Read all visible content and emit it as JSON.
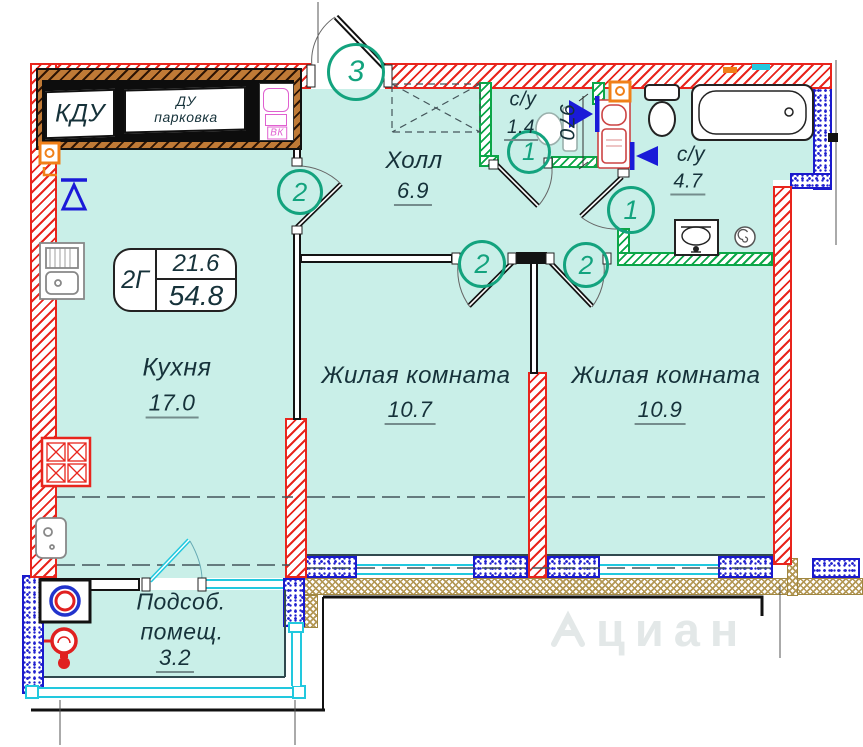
{
  "stamp": {
    "type": "2Г",
    "upper_area": "21.6",
    "lower_area": "54.8"
  },
  "rooms": {
    "kitchen": {
      "name": "Кухня",
      "area": "17.0"
    },
    "hall": {
      "name": "Холл",
      "area": "6.9"
    },
    "wc_small": {
      "name": "с/у",
      "area": "1.4"
    },
    "wc_big": {
      "name": "с/у",
      "area": "4.7"
    },
    "living1": {
      "name": "Жилая комната",
      "area": "10.7"
    },
    "living2": {
      "name": "Жилая комната",
      "area": "10.9"
    },
    "utility": {
      "name_line1": "Подсоб.",
      "name_line2": "помещ.",
      "area": "3.2"
    }
  },
  "common": {
    "kdu": "КДУ",
    "parking_line1": "ДУ",
    "parking_line2": "парковка",
    "vk": "ВК"
  },
  "doors": {
    "entrance": "3",
    "kitchen": "2",
    "wc_small": "1",
    "living1": "2",
    "living2": "2",
    "wc_big": "1"
  },
  "dimensions": {
    "wc_width": "970"
  },
  "watermark": {
    "text": "циан"
  },
  "colors": {
    "interior": "#c9efe8",
    "exterior_wall": "#e8251d",
    "partition": "#0ca648",
    "door_tag": "#13a37e",
    "monolith": "#1a1acc",
    "window": "#22c8de",
    "insulation": "#b39754",
    "common_wall": "#b06a28"
  }
}
